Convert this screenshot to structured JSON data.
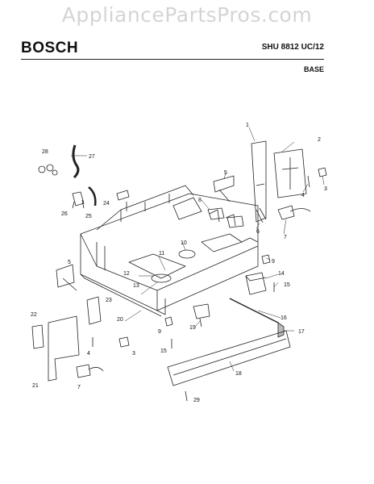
{
  "watermark": "AppliancePartsPros.com",
  "brand": "BOSCH",
  "model": "SHU 8812 UC/12",
  "section": "BASE",
  "callouts": [
    "1",
    "2",
    "3",
    "4",
    "5",
    "6",
    "7",
    "8",
    "9",
    "10",
    "11",
    "12",
    "13",
    "14",
    "15",
    "16",
    "17",
    "18",
    "19",
    "20",
    "21",
    "22",
    "23",
    "24",
    "25",
    "26",
    "27",
    "28",
    "29",
    "5",
    "9",
    "15",
    "4",
    "3",
    "7"
  ]
}
